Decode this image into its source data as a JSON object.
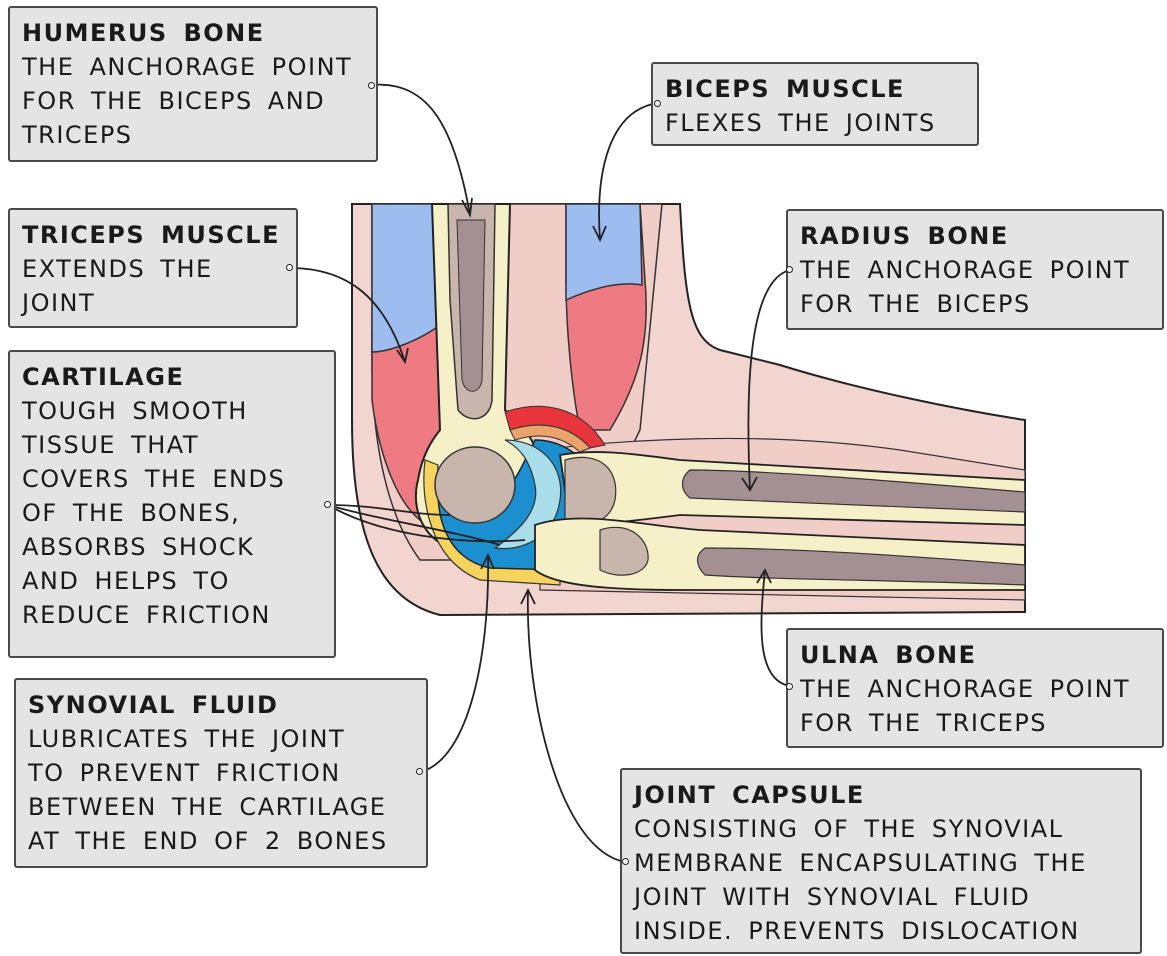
{
  "labels": {
    "humerus": {
      "title": "HUMERUS BONE",
      "text": "THE ANCHORAGE POINT\nFOR THE BICEPS AND\nTRICEPS"
    },
    "biceps": {
      "title": "BICEPS MUSCLE",
      "text": "FLEXES THE JOINTS"
    },
    "triceps": {
      "title": "TRICEPS MUSCLE",
      "text": "EXTENDS THE\nJOINT"
    },
    "radius": {
      "title": "RADIUS BONE",
      "text": "THE ANCHORAGE POINT\nFOR THE BICEPS"
    },
    "cartilage": {
      "title": "CARTILAGE",
      "text": "TOUGH SMOOTH\nTISSUE THAT\nCOVERS THE ENDS\nOF THE BONES,\nABSORBS SHOCK\nAND HELPS TO\nREDUCE FRICTION"
    },
    "synovial_fluid": {
      "title": "SYNOVIAL FLUID",
      "text": "LUBRICATES THE JOINT\nTO PREVENT FRICTION\nBETWEEN THE CARTILAGE\nAT THE END OF 2 BONES"
    },
    "ulna": {
      "title": "ULNA BONE",
      "text": "THE ANCHORAGE POINT\nFOR THE TRICEPS"
    },
    "joint_capsule": {
      "title": "JOINT CAPSULE",
      "text": "CONSISTING OF THE SYNOVIAL\nMEMBRANE ENCAPSULATING THE\nJOINT WITH SYNOVIAL FLUID\nINSIDE. PREVENTS DISLOCATION"
    }
  },
  "colors": {
    "skin": "#f3d5cf",
    "muscle": "#ef7b82",
    "tendon_blue": "#9dbdf0",
    "bone_outer": "#f5f0c8",
    "bone_inner": "#c8b6ad",
    "marrow": "#a48f92",
    "synovial": "#1b8fcf",
    "cartilage": "#a9dde9",
    "capsule_yellow": "#f6d35c",
    "ligament_red": "#e8343b",
    "ligament_orange": "#eaa36a",
    "label_bg": "#e4e4e4"
  }
}
